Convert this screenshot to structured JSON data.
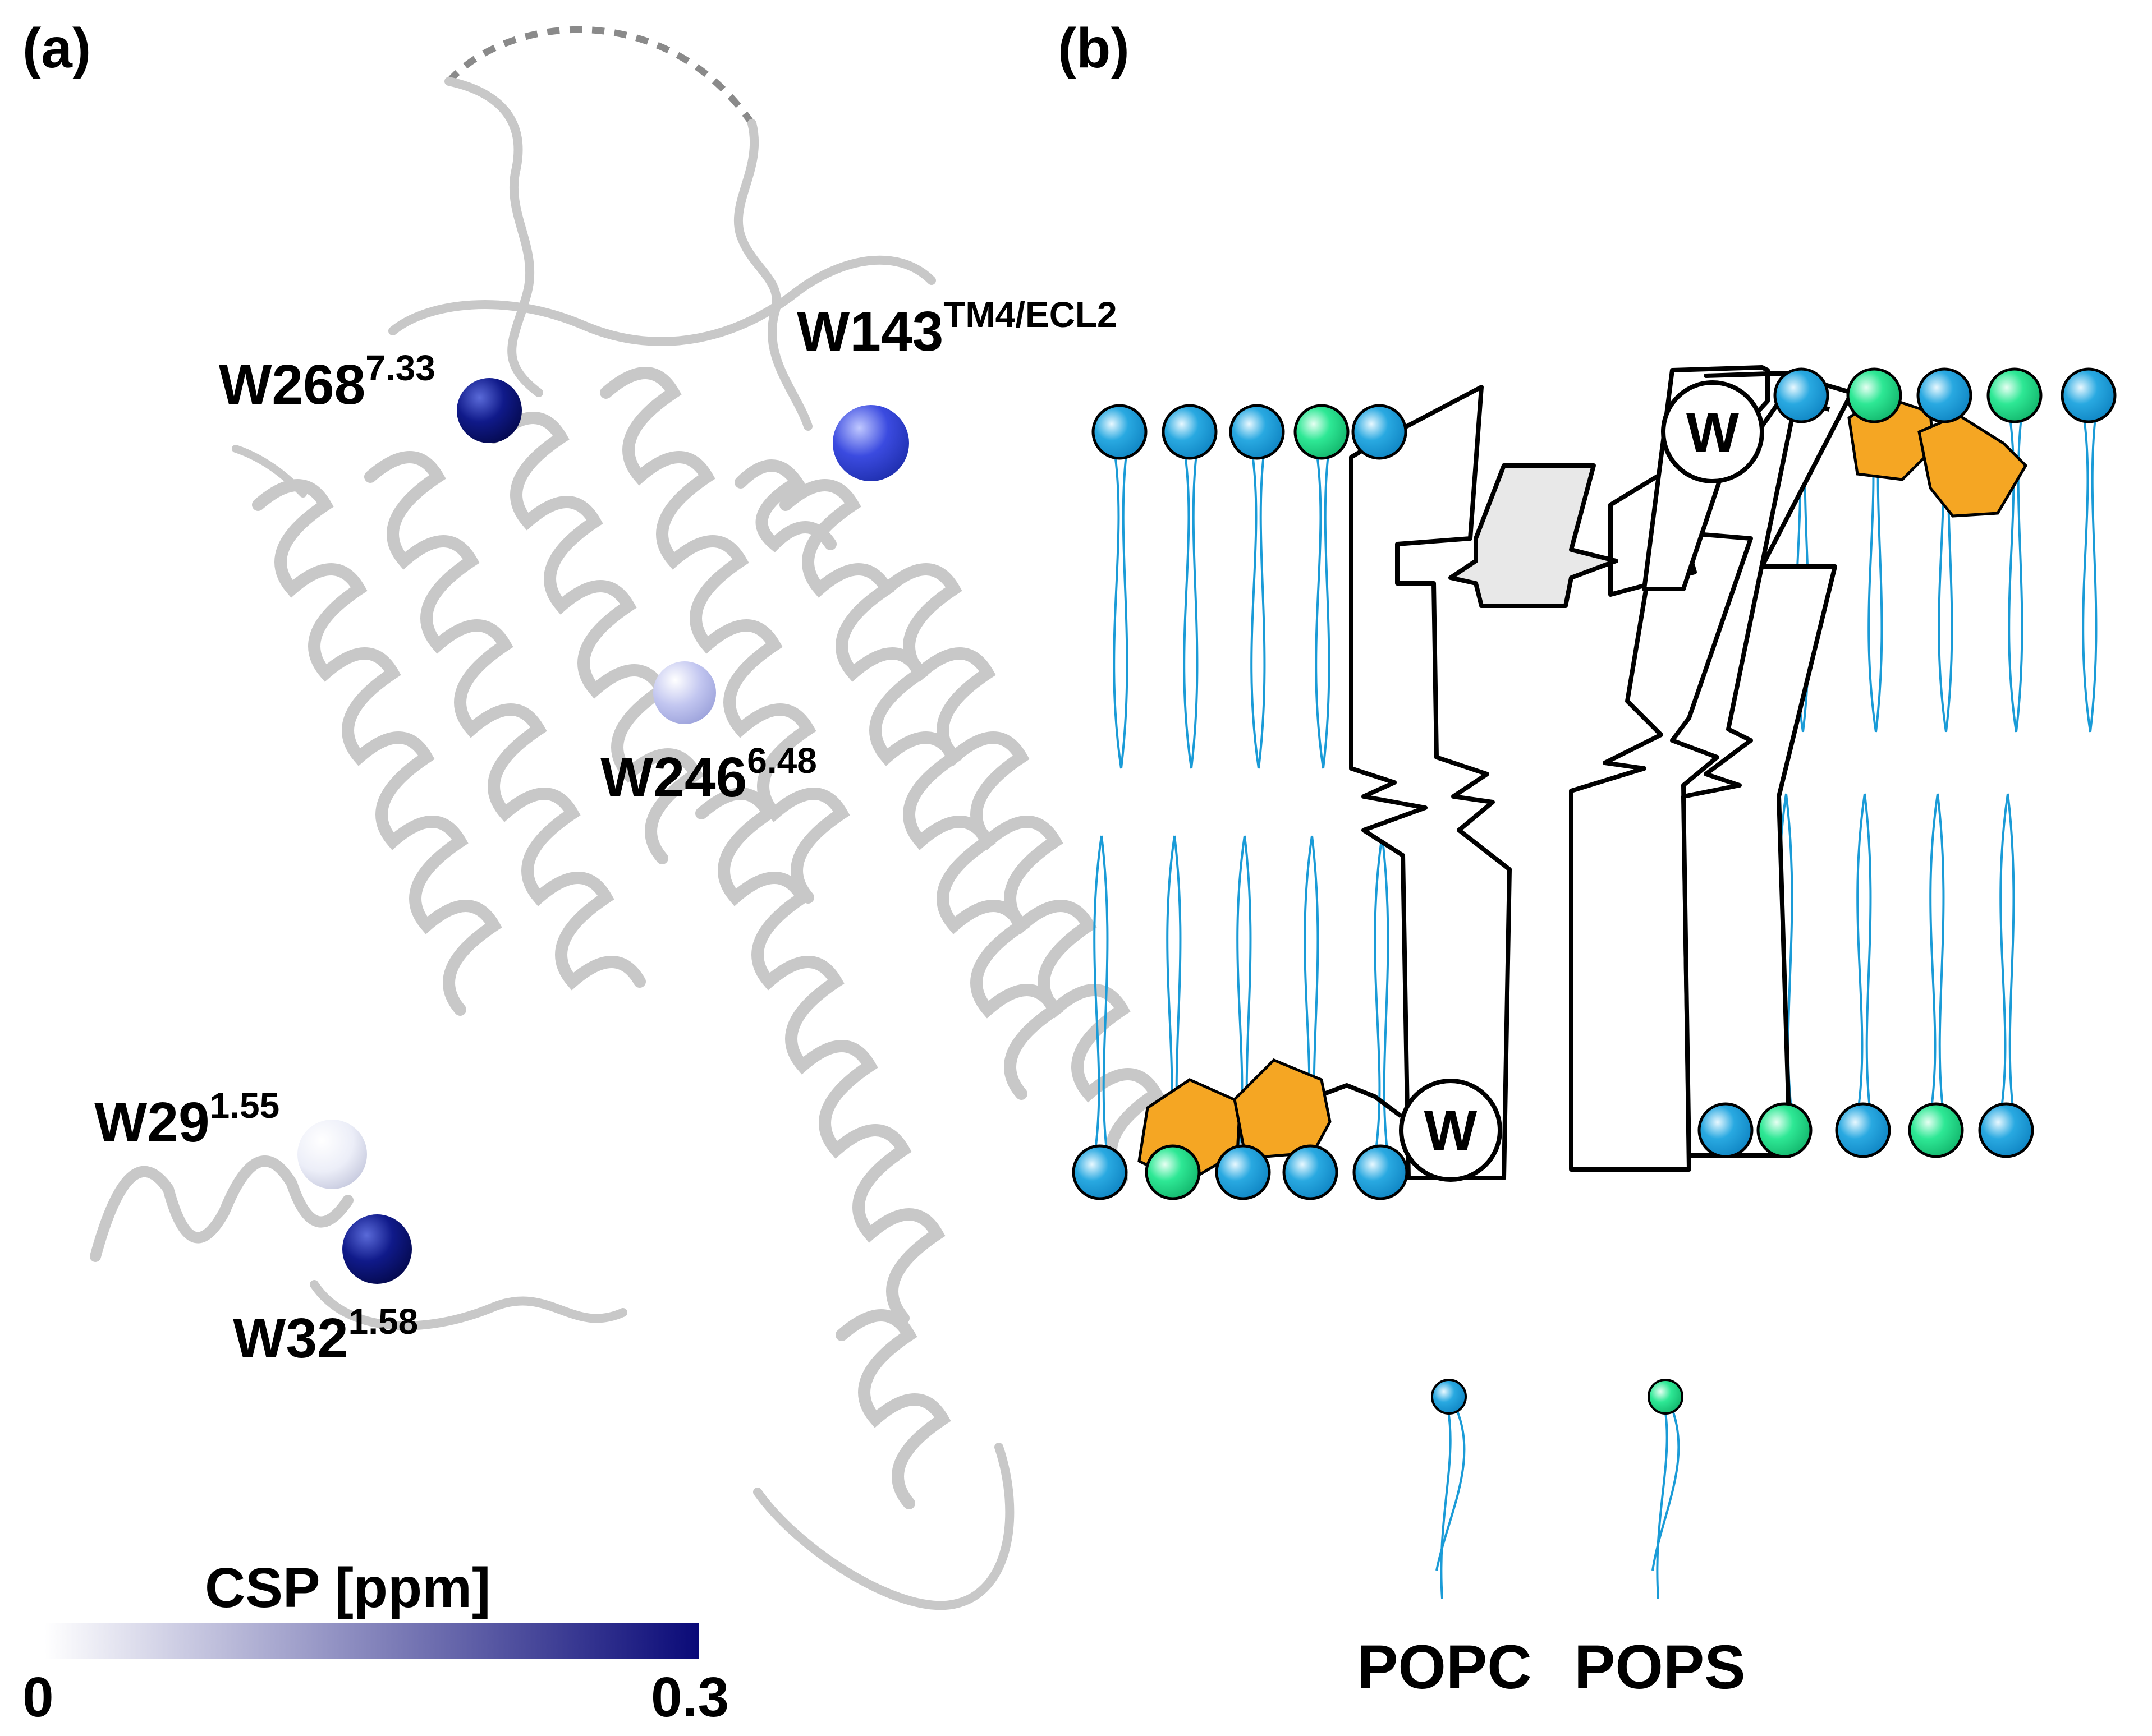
{
  "panels": {
    "a": {
      "label": "(a)",
      "residues": [
        {
          "name": "W268",
          "sup": "7.33",
          "csp_level": 0.95
        },
        {
          "name": "W143",
          "sup": "TM4/ECL2",
          "csp_level": 0.6
        },
        {
          "name": "W246",
          "sup": "6.48",
          "csp_level": 0.2
        },
        {
          "name": "W29",
          "sup": "1.55",
          "csp_level": 0.08
        },
        {
          "name": "W32",
          "sup": "1.58",
          "csp_level": 1.0
        }
      ],
      "colorbar": {
        "title": "CSP [ppm]",
        "min_label": "0",
        "max_label": "0.3",
        "color_low": "#ffffff",
        "color_high": "#0a0a78"
      },
      "ribbon_color": "#d4d4d4",
      "loop_color": "#808080"
    },
    "b": {
      "label": "(b)",
      "tryptophan_label": "W",
      "legend": {
        "popc": "POPC",
        "pops": "POPS"
      },
      "colors": {
        "popc_head": "#29a9e1",
        "pops_head": "#2ee895",
        "tail": "#1a9bd7",
        "sugar": "#f5a623",
        "ligand": "#e8e8e8"
      }
    }
  }
}
